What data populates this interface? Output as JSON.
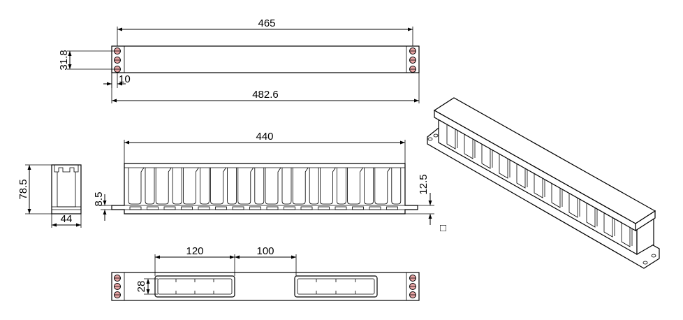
{
  "dimensions": {
    "top_width": "465",
    "top_height": "31.8",
    "top_offset": "10",
    "top_overall": "482.6",
    "front_width": "440",
    "side_height": "78.5",
    "side_depth": "44",
    "front_flange": "8.5",
    "front_lip": "12.5",
    "bottom_slot_spacing": "120",
    "bottom_slot_width": "100",
    "bottom_slot_height": "28"
  },
  "colors": {
    "outline": "#000000",
    "mount_hole": "#e7a3a3",
    "background": "#ffffff"
  },
  "glyphs": {
    "box_marker": "□"
  }
}
